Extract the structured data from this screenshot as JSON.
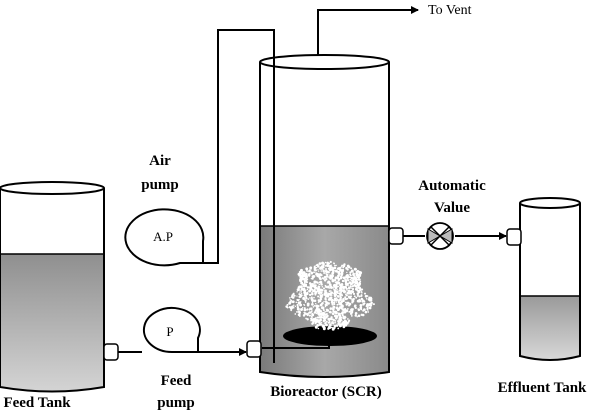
{
  "labels": {
    "to_vent": "To Vent",
    "air_pump_line1": "Air",
    "air_pump_line2": "pump",
    "air_pump_symbol": "A.P",
    "feed_pump_symbol": "P",
    "feed_pump_line1": "Feed",
    "feed_pump_line2": "pump",
    "automatic_valve_line1": "Automatic",
    "automatic_valve_line2": "Value",
    "feed_tank": "Feed Tank",
    "bioreactor": "Bioreactor (SCR)",
    "effluent_tank": "Effluent Tank"
  },
  "colors": {
    "liquid_top": "#8f8f8f",
    "liquid_bottom": "#d2d2d2",
    "outline": "#000000",
    "sparger": "#000000"
  }
}
